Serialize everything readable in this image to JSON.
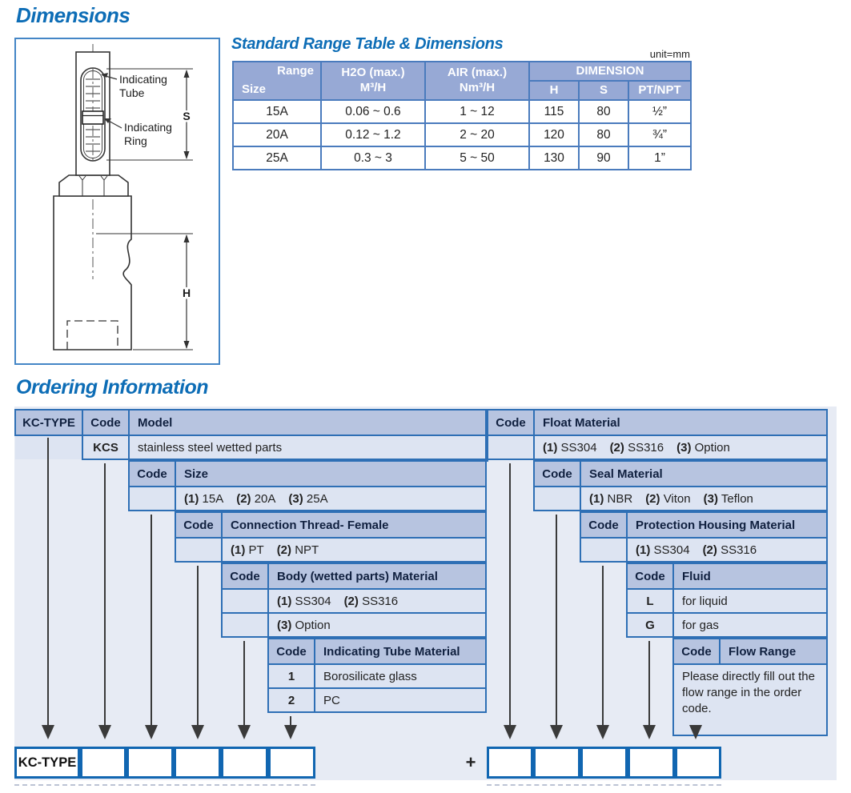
{
  "header": {
    "dimensions_title": "Dimensions",
    "range_table_title": "Standard Range Table & Dimensions",
    "unit_label": "unit=mm",
    "ordering_title": "Ordering Information"
  },
  "colors": {
    "heading_blue": "#0d6db6",
    "range_header_bg": "#97a9d5",
    "block_header_bg": "#b7c4e0",
    "block_value_bg": "#dde4f2",
    "cell_border_blue": "#2e6fb5",
    "order_box_border": "#1166b1",
    "panel_bg": "#e7ebf4"
  },
  "diagram": {
    "tube_label": [
      "Indicating",
      "Tube"
    ],
    "ring_label": [
      "Indicating",
      "Ring"
    ],
    "dim_s": "S",
    "dim_h": "H"
  },
  "range_table": {
    "head": {
      "range": "Range",
      "size": "Size",
      "h2o": [
        "H2O (max.)",
        "M³/H"
      ],
      "air": [
        "AIR (max.)",
        "Nm³/H"
      ],
      "dimension": "DIMENSION",
      "h": "H",
      "s": "S",
      "pt_npt": "PT/NPT"
    },
    "rows": [
      {
        "size": "15A",
        "h2o": "0.06 ~ 0.6",
        "air": "1 ~ 12",
        "h": "115",
        "s": "80",
        "pt": "½”"
      },
      {
        "size": "20A",
        "h2o": "0.12 ~ 1.2",
        "air": "2 ~ 20",
        "h": "120",
        "s": "80",
        "pt": "¾”"
      },
      {
        "size": "25A",
        "h2o": "0.3 ~ 3",
        "air": "5 ~ 50",
        "h": "130",
        "s": "90",
        "pt": "1”"
      }
    ]
  },
  "ordering": {
    "kc_type": "KC-TYPE",
    "code_label": "Code",
    "model": {
      "label": "Model",
      "code": "KCS",
      "desc": "stainless steel wetted parts"
    },
    "size": {
      "label": "Size",
      "options": [
        {
          "n": "(1)",
          "t": "15A"
        },
        {
          "n": "(2)",
          "t": "20A"
        },
        {
          "n": "(3)",
          "t": "25A"
        }
      ]
    },
    "thread": {
      "label": "Connection Thread- Female",
      "options": [
        {
          "n": "(1)",
          "t": "PT"
        },
        {
          "n": "(2)",
          "t": "NPT"
        }
      ]
    },
    "body_material": {
      "label": "Body (wetted parts) Material",
      "options_a": [
        {
          "n": "(1)",
          "t": "SS304"
        },
        {
          "n": "(2)",
          "t": "SS316"
        }
      ],
      "options_b": [
        {
          "n": "(3)",
          "t": "Option"
        }
      ]
    },
    "tube_material": {
      "label": "Indicating Tube Material",
      "rows": [
        {
          "code": "1",
          "t": "Borosilicate glass"
        },
        {
          "code": "2",
          "t": "PC"
        }
      ]
    },
    "float_material": {
      "label": "Float Material",
      "options": [
        {
          "n": "(1)",
          "t": "SS304"
        },
        {
          "n": "(2)",
          "t": "SS316"
        },
        {
          "n": "(3)",
          "t": "Option"
        }
      ]
    },
    "seal_material": {
      "label": "Seal Material",
      "options": [
        {
          "n": "(1)",
          "t": "NBR"
        },
        {
          "n": "(2)",
          "t": "Viton"
        },
        {
          "n": "(3)",
          "t": "Teflon"
        }
      ]
    },
    "housing_material": {
      "label": "Protection Housing Material",
      "options": [
        {
          "n": "(1)",
          "t": "SS304"
        },
        {
          "n": "(2)",
          "t": "SS316"
        }
      ]
    },
    "fluid": {
      "label": "Fluid",
      "rows": [
        {
          "code": "L",
          "t": "for liquid"
        },
        {
          "code": "G",
          "t": "for gas"
        }
      ]
    },
    "flow_range": {
      "label": "Flow Range",
      "note": "Please directly fill out the flow range in the order code."
    },
    "order_code": {
      "kc_type": "KC-TYPE",
      "plus": "+"
    }
  }
}
